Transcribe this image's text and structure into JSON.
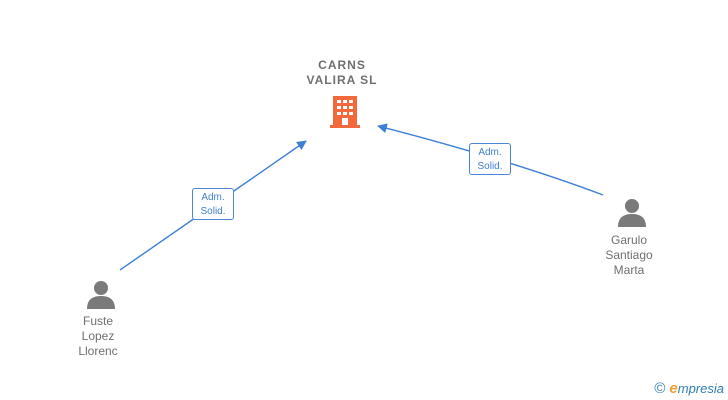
{
  "company": {
    "name_line1": "CARNS",
    "name_line2": "VALIRA  SL",
    "icon": "building-icon"
  },
  "persons": [
    {
      "name_lines": [
        "Fuste",
        "Lopez",
        "Llorenc"
      ],
      "icon": "person-icon"
    },
    {
      "name_lines": [
        "Garulo",
        "Santiago",
        "Marta"
      ],
      "icon": "person-icon"
    }
  ],
  "relations": [
    {
      "from": "Fuste Lopez Llorenc",
      "to": "CARNS VALIRA SL",
      "role_line1": "Adm.",
      "role_line2": "Solid."
    },
    {
      "from": "Garulo Santiago Marta",
      "to": "CARNS VALIRA SL",
      "role_line1": "Adm.",
      "role_line2": "Solid."
    }
  ],
  "brand": {
    "copyright": "©",
    "initial": "e",
    "name": "mpresia"
  },
  "colors": {
    "edge": "#3d7fd6",
    "building": "#f26a3c",
    "person": "#7a7a7a",
    "text": "#6f6f6f"
  }
}
